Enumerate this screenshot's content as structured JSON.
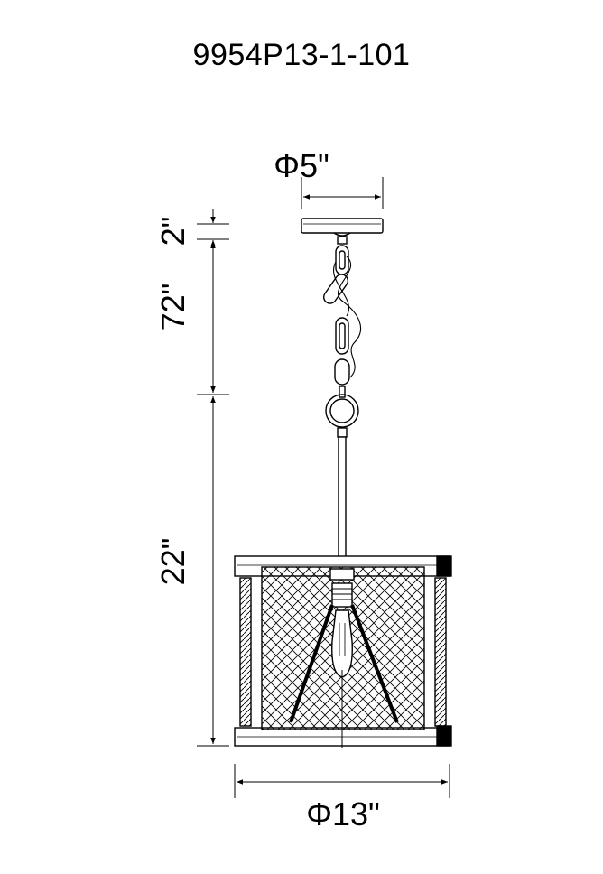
{
  "model_number": "9954P13-1-101",
  "dimensions": {
    "canopy_diameter": "Φ5\"",
    "canopy_height": "2\"",
    "chain_length": "72\"",
    "fixture_height": "22\"",
    "fixture_diameter": "Φ13\""
  }
}
